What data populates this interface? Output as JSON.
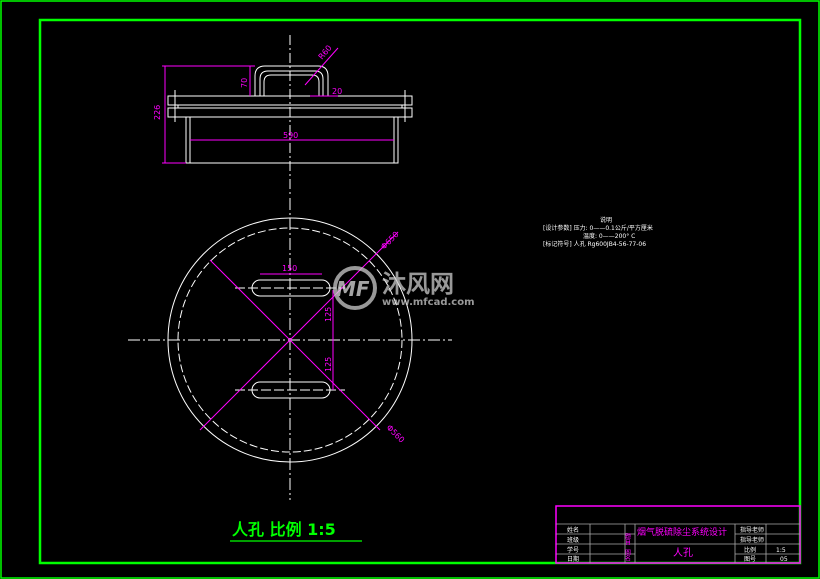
{
  "colors": {
    "background": "#000000",
    "border": "#00ff00",
    "dimension": "#ff00ff",
    "geometry": "#ffffff"
  },
  "top_view": {
    "dim_height": "226",
    "dim_handle_height": "70",
    "dim_radius": "R60",
    "dim_handle_width": "20",
    "dim_width": "590"
  },
  "plan_view": {
    "dim_slot": "150",
    "dim_outer": "Φ650",
    "dim_upper": "125",
    "dim_lower": "125",
    "dim_inner": "Φ560"
  },
  "notes": {
    "title": "说明",
    "line1": "[设计参数] 压力: 0——0.1公斤/平方厘米",
    "line2": "温度: 0——200° C",
    "line3": "[标记符号]       人孔 Rg600JB4-56-77-06"
  },
  "watermark": {
    "brand": "沐风网",
    "url": "www.mfcad.com"
  },
  "caption": "人孔  比例 1:5",
  "title_block": {
    "row_labels": [
      "姓名",
      "班级",
      "学号",
      "日期"
    ],
    "project_label": "题目",
    "drawing_label": "图名",
    "project": "烟气脱硫除尘系统设计",
    "drawing": "人孔",
    "right_labels": [
      "指导老师",
      "指导老师",
      "比例",
      "图号"
    ],
    "scale": "1:5",
    "number": "05"
  }
}
